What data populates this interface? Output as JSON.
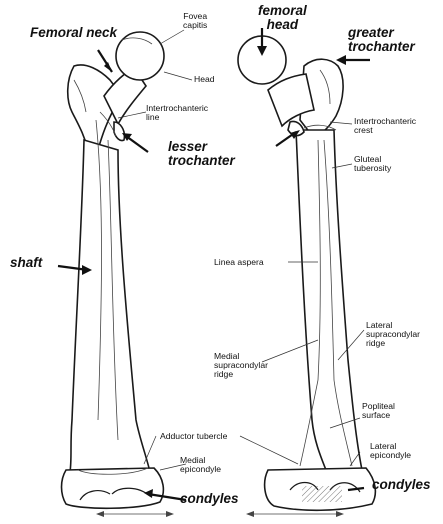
{
  "figure": {
    "labels": {
      "femoral_neck": "Femoral neck",
      "fovea_capitis": "Fovea\ncapitis",
      "femoral_head": "femoral\nhead",
      "greater_trochanter": "greater\ntrochanter",
      "head": "Head",
      "intertrochanteric_line": "Intertrochanteric\nline",
      "lesser_trochanter": "lesser\ntrochanter",
      "intertrochanteric_crest": "Intertrochanteric\ncrest",
      "gluteal_tuberosity": "Gluteal\ntuberosity",
      "shaft": "shaft",
      "linea_aspera": "Linea aspera",
      "lateral_supracondylar_ridge": "Lateral\nsupracondylar\nridge",
      "medial_supracondylar_ridge": "Medial\nsupracondylar\nridge",
      "popliteal_surface": "Popliteal\nsurface",
      "adductor_tubercle": "Adductor tubercle",
      "lateral_epicondyle": "Lateral\nepicondyle",
      "medial_epicondyle": "Medial\nepicondyle",
      "condyles_left": "condyles",
      "condyles_right": "condyles"
    }
  }
}
